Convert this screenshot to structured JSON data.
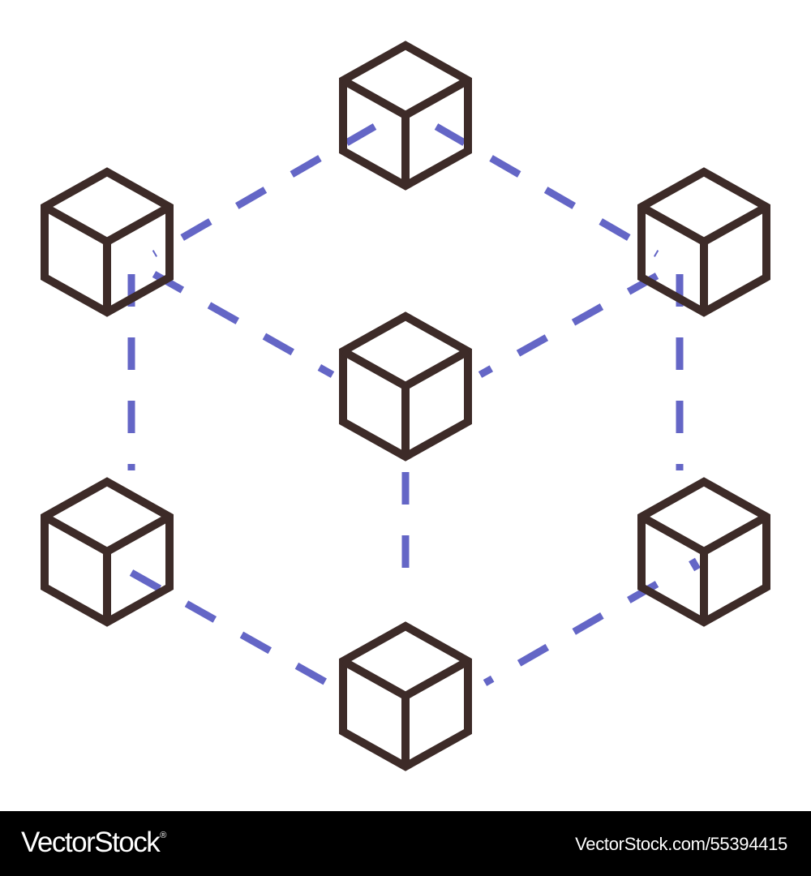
{
  "illustration": {
    "cube_color": "#3d2b28",
    "connector_color": "#6466c6",
    "cube_icons": [
      "block-cube-icon-top",
      "block-cube-icon-upper-left",
      "block-cube-icon-upper-right",
      "block-cube-icon-center",
      "block-cube-icon-lower-left",
      "block-cube-icon-lower-right",
      "block-cube-icon-bottom"
    ],
    "connector_style": "dashed"
  },
  "footer": {
    "brand": "VectorStock",
    "registered_mark": "®",
    "image_id": "VectorStock.com/55394415",
    "background": "#000000",
    "text_color": "#ffffff"
  }
}
